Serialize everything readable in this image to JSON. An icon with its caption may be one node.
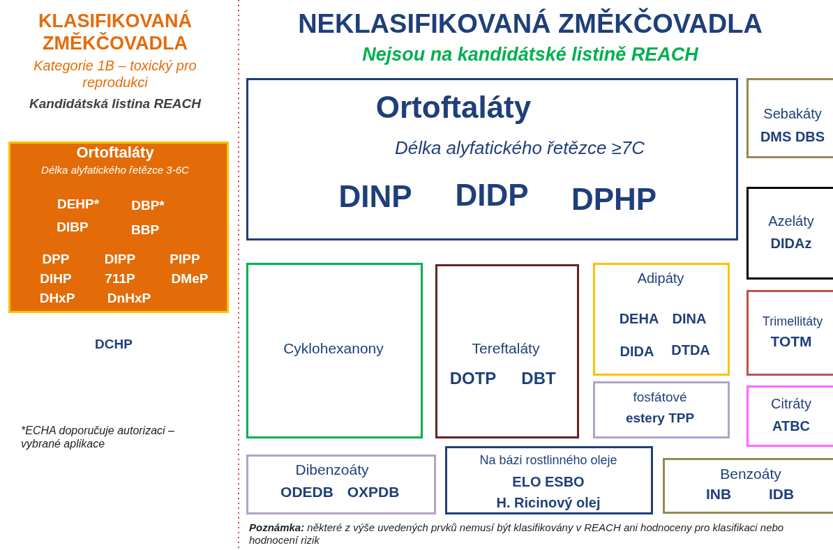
{
  "diagram": {
    "nodes": [
      {
        "text": [
          "Ortoftaláty",
          "Délka alyfatického řetězce 3-6C",
          "DEHP*",
          "DBP*",
          "DIBP",
          "BBP",
          "DPP",
          "DIPP",
          "PIPP",
          "DIHP",
          "711P",
          "DMeP",
          "DHxP",
          "DnHxP"
        ]
      },
      {
        "text": [
          "Ortoftaláty",
          "Délka alyfatického řetězce ≥7C",
          "DINP",
          "DIDP",
          "DPHP"
        ]
      },
      {
        "text": [
          "Sebakáty",
          "DMS DBS"
        ]
      },
      {
        "text": [
          "Azeláty",
          "DIDAz"
        ]
      },
      {
        "text": [
          "Cyklohexanony"
        ]
      },
      {
        "text": [
          "Tereftaláty",
          "DOTP",
          "DBT"
        ]
      },
      {
        "text": [
          "Adipáty",
          "DEHA",
          "DINA",
          "DIDA",
          "DTDA"
        ]
      },
      {
        "text": [
          "Trimellitáty",
          "TOTM"
        ]
      },
      {
        "text": [
          "fosfátové",
          "estery TPP"
        ]
      },
      {
        "text": [
          "Citráty",
          "ATBC"
        ]
      },
      {
        "text": [
          "Dibenzoáty",
          "ODEDB",
          "OXPDB"
        ]
      },
      {
        "text": [
          "Na bázi rostlinného oleje",
          "ELO ESBO",
          "H. Ricinový olej"
        ]
      },
      {
        "text": [
          "Benzoáty",
          "INB",
          "IDB"
        ]
      }
    ],
    "labels": [
      "KLASIFIKOVANÁ ZMĚKČOVADLA",
      "Kategorie 1B – toxický pro reprodukci",
      "Kandidátská listina REACH",
      "NEKLASIFIKOVANÁ ZMĚKČOVADLA",
      "Nejsou na kandidátské listině REACH",
      "DCHP",
      "*ECHA doporučuje autorizaci – vybrané aplikace",
      "**Poznámka:** některé z výše uvedených prvků nemusí být klasifikovány v REACH ani hodnoceny pro klasifikaci nebo hodnocení rizik"
    ]
  }
}
